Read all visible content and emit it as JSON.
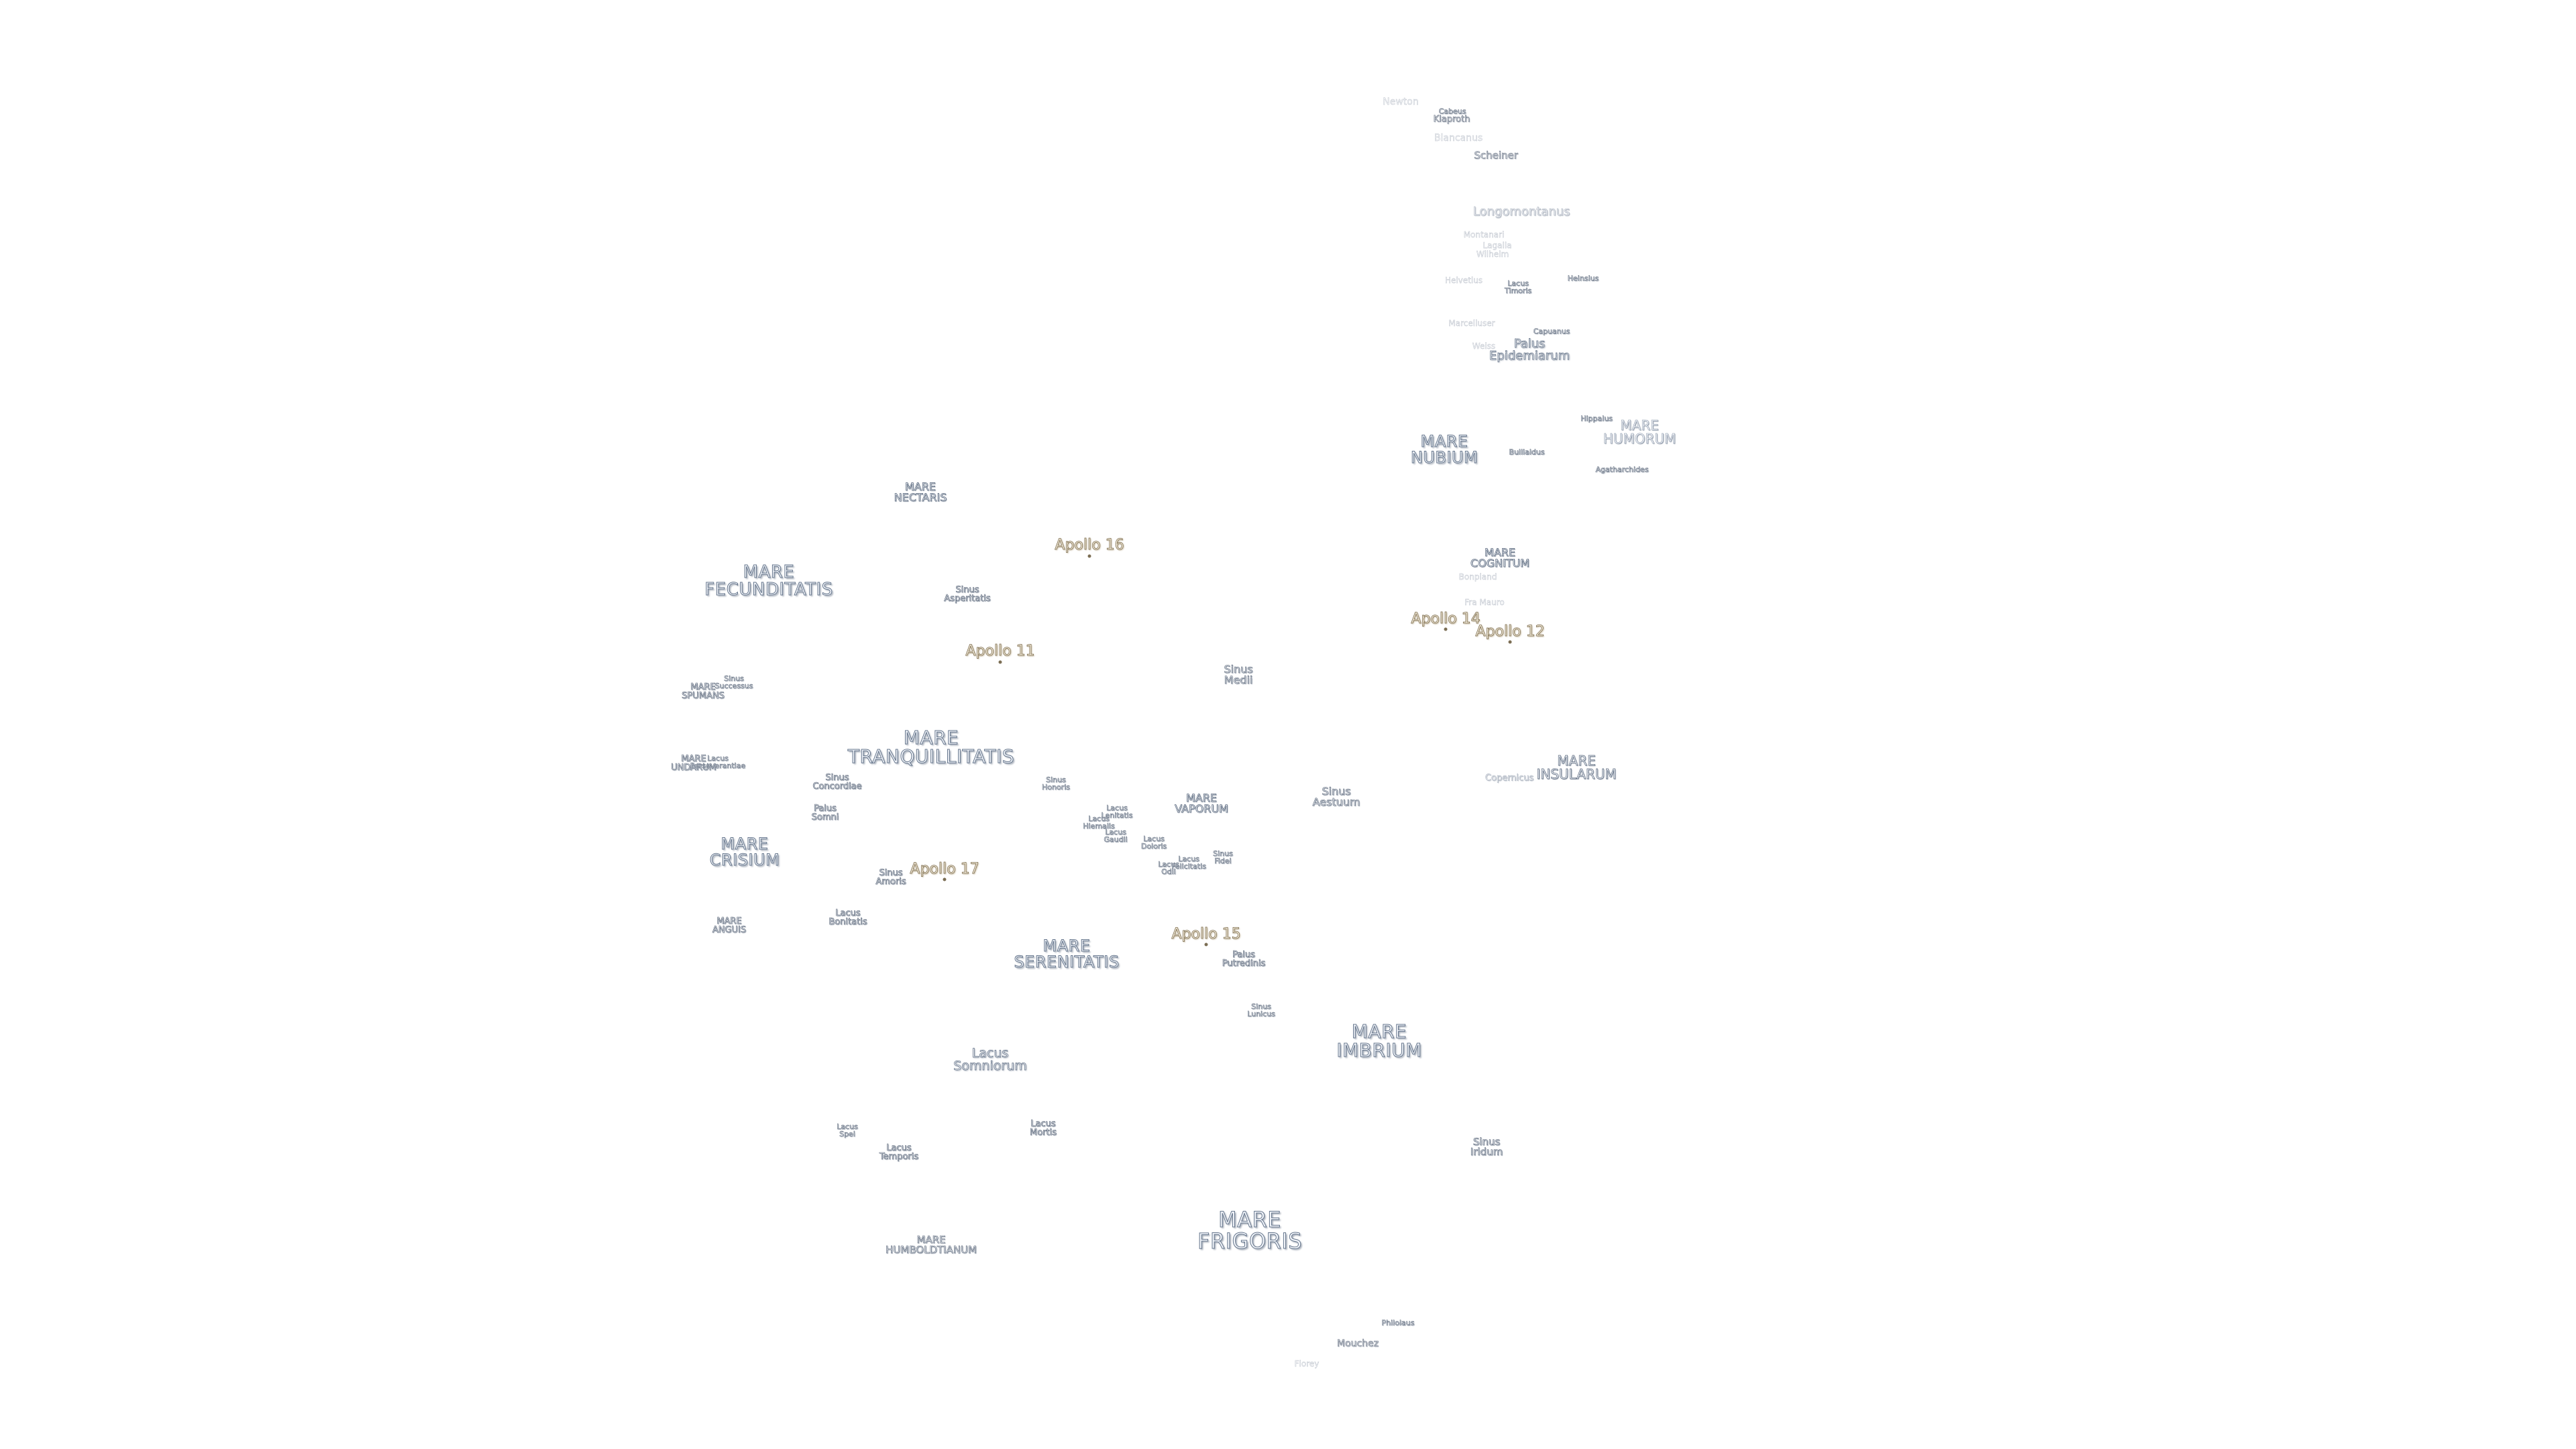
{
  "labels": {
    "newton": "Newton",
    "cabeus": "Cabeus",
    "klaproth": "Klaproth",
    "blancanus": "Blancanus",
    "scheiner": "Scheiner",
    "longomontanus": "Longomontanus",
    "montanari": "Montanari",
    "lagalla": "Lagalla",
    "wilhelm": "Wilhelm",
    "helvetius": "Helvetius",
    "lacus_timoris": "Lacus\nTimoris",
    "heinsius": "Heinsius",
    "marginal": "Marcelluser",
    "capuanus": "Capuanus",
    "weiss": "Weiss",
    "palus_epidemiarum": "Palus\nEpidemiarum",
    "hippalus": "Hippalus",
    "mare_humorum": "MARE\nHUMORUM",
    "mare_nubium": "MARE\nNUBIUM",
    "bullialdus": "Bullialdus",
    "agatharchides": "Agatharchides",
    "mare_nectaris": "MARE\nNECTARIS",
    "apollo_16": "Apollo 16",
    "mare_cognitum": "MARE\nCOGNITUM",
    "bonpland": "Bonpland",
    "fra_mauro": "Fra Mauro",
    "mare_fecunditatis": "MARE\nFECUNDITATIS",
    "sinus_asperitatis": "Sinus\nAsperitatis",
    "apollo_14": "Apollo 14",
    "apollo_12": "Apollo 12",
    "apollo_11": "Apollo 11",
    "sinus_medii": "Sinus\nMedii",
    "sinus_successus": "Sinus\nSuccessus",
    "mare_spumans": "MARE\nSPUMANS",
    "mare_tranquillitatis": "MARE\nTRANQUILLITATIS",
    "mare_undarum": "MARE\nUNDARUM",
    "lacus_perseverantiae": "Lacus\nPerseverantiae",
    "mare_insularum": "MARE\nINSULARUM",
    "copernicus": "Copernicus",
    "sinus_concordiae": "Sinus\nConcordiae",
    "sinus_honoris": "Sinus\nHonoris",
    "mare_vaporum": "MARE\nVAPORUM",
    "sinus_aestuum": "Sinus\nAestuum",
    "lacus_lenitatis": "Lacus\nLenitatis",
    "lacus_hiemalis": "Lacus\nHiemalis",
    "lacus_gaudii": "Lacus\nGaudii",
    "palus_somni": "Palus\nSomni",
    "lacus_doloris": "Lacus\nDoloris",
    "mare_crisium": "MARE\nCRISIUM",
    "sinus_amoris": "Sinus\nAmoris",
    "apollo_17": "Apollo 17",
    "lacus_odii": "Lacus\nOdii",
    "lacus_felicitatis": "Lacus\nFelicitatis",
    "sinus_fidei": "Sinus\nFidei",
    "mare_anguis": "MARE\nANGUIS",
    "lacus_bonitatis": "Lacus\nBonitatis",
    "apollo_15": "Apollo 15",
    "mare_serenitatis": "MARE\nSERENITATIS",
    "palus_putredinis": "Palus\nPutredinis",
    "sinus_lunicus": "Sinus\nLunicus",
    "mare_imbrium": "MARE\nIMBRIUM",
    "lacus_somniorum": "Lacus\nSomniorum",
    "lacus_spei": "Lacus\nSpei",
    "lacus_mortis": "Lacus\nMortis",
    "lacus_temporis": "Lacus\nTemporis",
    "sinus_iridum": "Sinus\nIridum",
    "mare_humboldtianum": "MARE\nHUMBOLDTIANUM",
    "mare_frigoris": "MARE\nFRIGORIS",
    "philolaus": "Philolaus",
    "mouchez": "Mouchez",
    "florey": "Florey"
  },
  "colors": {
    "background": "#ffffff",
    "label_outline": "#5a6678",
    "apollo_tint": "#fbf4e4",
    "site_marker": "#7c6e54"
  }
}
